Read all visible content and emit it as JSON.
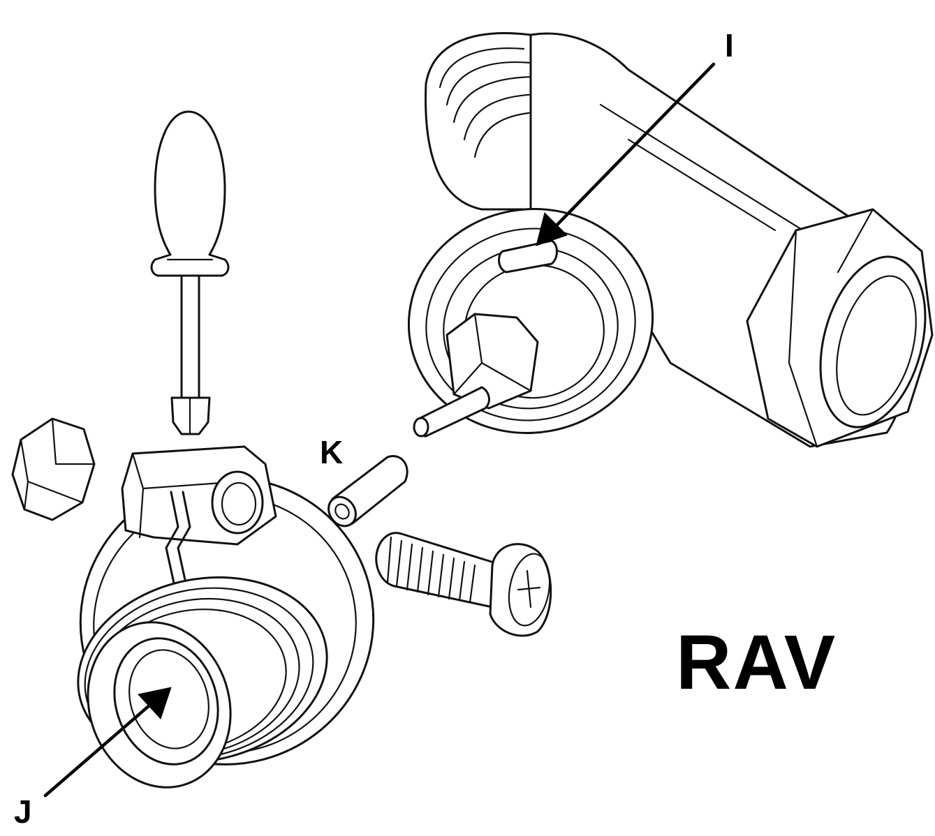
{
  "labels": {
    "i": "I",
    "j": "J",
    "k": "K",
    "model": "RAV"
  },
  "colors": {
    "ink": "#111111",
    "background": "#ffffff"
  },
  "icons": {
    "screwdriver": "screwdriver-icon",
    "valve_body": "valve-body-icon",
    "adapter": "adapter-icon",
    "hex_nut": "hex-nut-icon",
    "pin_sleeve": "pin-sleeve-icon",
    "screw": "screw-icon"
  }
}
